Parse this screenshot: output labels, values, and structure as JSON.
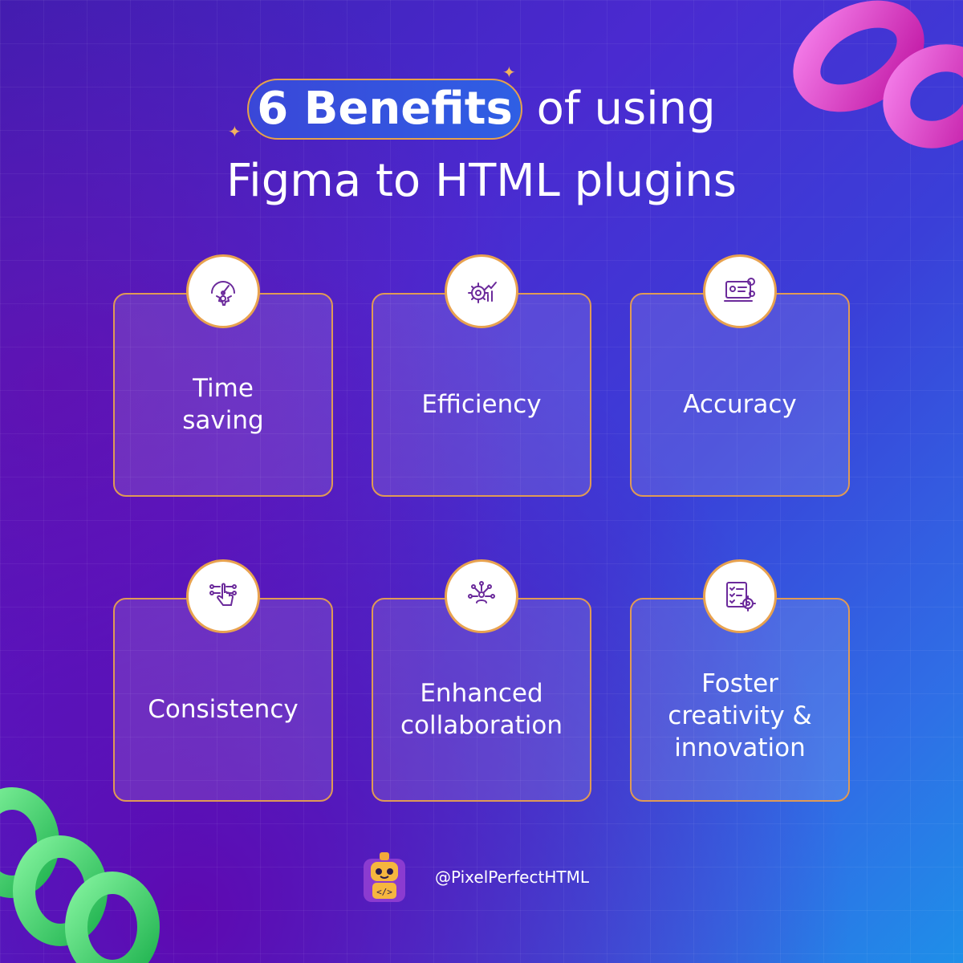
{
  "title": {
    "highlight": "6 Benefits",
    "rest_line1": "of using",
    "line2": "Figma to HTML plugins"
  },
  "benefits": [
    {
      "label": "Time saving",
      "icon": "speedometer-gear-icon"
    },
    {
      "label": "Efficiency",
      "icon": "gear-growth-chart-icon"
    },
    {
      "label": "Accuracy",
      "icon": "monitor-dashboard-icon"
    },
    {
      "label": "Consistency",
      "icon": "hand-pointer-nodes-icon"
    },
    {
      "label": "Enhanced collaboration",
      "icon": "network-people-icon"
    },
    {
      "label": "Foster creativity & innovation",
      "icon": "checklist-gear-icon"
    }
  ],
  "footer": {
    "handle": "@PixelPerfectHTML",
    "logo": "robot-mascot-logo"
  },
  "colors": {
    "accent_orange": "#e09a55",
    "badge_bg": "#ffffff",
    "icon_purple": "#6b2a9b"
  }
}
